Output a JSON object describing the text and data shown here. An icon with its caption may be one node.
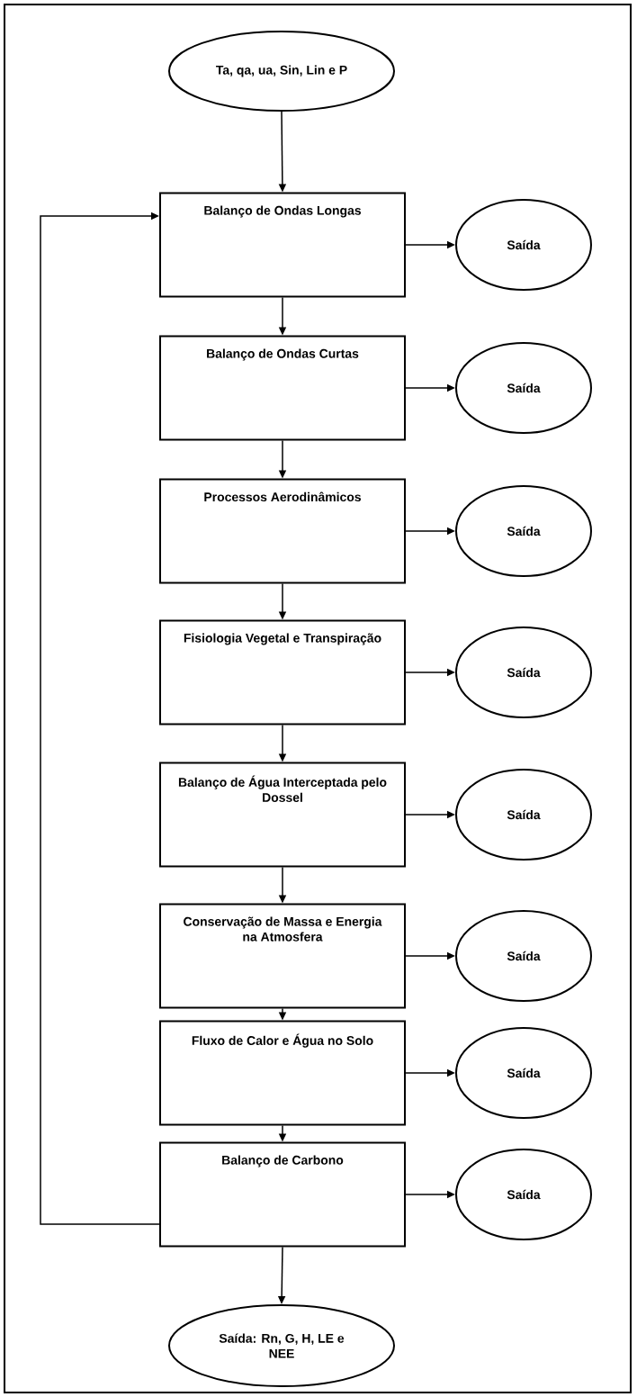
{
  "diagram": {
    "nodes": [
      {
        "text": [
          "Ta, qa, ua, Sin, Lin e P"
        ]
      },
      {
        "text": [
          "Balanço de Ondas Longas"
        ]
      },
      {
        "text": [
          "Balanço de Ondas Curtas"
        ]
      },
      {
        "text": [
          "Processos Aerodinâmicos"
        ]
      },
      {
        "text": [
          "Fisiologia Vegetal e Transpiração"
        ]
      },
      {
        "text": [
          "Balanço de Água Interceptada pelo Dossel"
        ]
      },
      {
        "text": [
          "Conservação de Massa e Energia na Atmosfera"
        ]
      },
      {
        "text": [
          "Fluxo de Calor e Água no Solo"
        ]
      },
      {
        "text": [
          "Balanço de Carbono"
        ]
      },
      {
        "text": [
          "Saída"
        ]
      },
      {
        "text": [
          "Saída"
        ]
      },
      {
        "text": [
          "Saída"
        ]
      },
      {
        "text": [
          "Saída"
        ]
      },
      {
        "text": [
          "Saída"
        ]
      },
      {
        "text": [
          "Saída"
        ]
      },
      {
        "text": [
          "Saída"
        ]
      },
      {
        "text": [
          "Saída"
        ]
      },
      {
        "text": [
          "Saída: Rn, G, H, LE e NEE"
        ]
      }
    ],
    "edges": [
      {
        "from": 0,
        "to": 1,
        "arrow": "to"
      },
      {
        "from": 1,
        "to": 2,
        "arrow": "to"
      },
      {
        "from": 2,
        "to": 3,
        "arrow": "to"
      },
      {
        "from": 3,
        "to": 4,
        "arrow": "to"
      },
      {
        "from": 4,
        "to": 5,
        "arrow": "to"
      },
      {
        "from": 5,
        "to": 6,
        "arrow": "to"
      },
      {
        "from": 6,
        "to": 7,
        "arrow": "to"
      },
      {
        "from": 7,
        "to": 8,
        "arrow": "to"
      },
      {
        "from": 1,
        "to": 9,
        "arrow": "to"
      },
      {
        "from": 2,
        "to": 10,
        "arrow": "to"
      },
      {
        "from": 3,
        "to": 11,
        "arrow": "to"
      },
      {
        "from": 4,
        "to": 12,
        "arrow": "to"
      },
      {
        "from": 5,
        "to": 13,
        "arrow": "to"
      },
      {
        "from": 6,
        "to": 14,
        "arrow": "to"
      },
      {
        "from": 7,
        "to": 15,
        "arrow": "to"
      },
      {
        "from": 8,
        "to": 16,
        "arrow": "to"
      },
      {
        "from": 8,
        "to": 17,
        "arrow": "to"
      },
      {
        "from": 8,
        "to": 1,
        "arrow": "to"
      }
    ]
  }
}
